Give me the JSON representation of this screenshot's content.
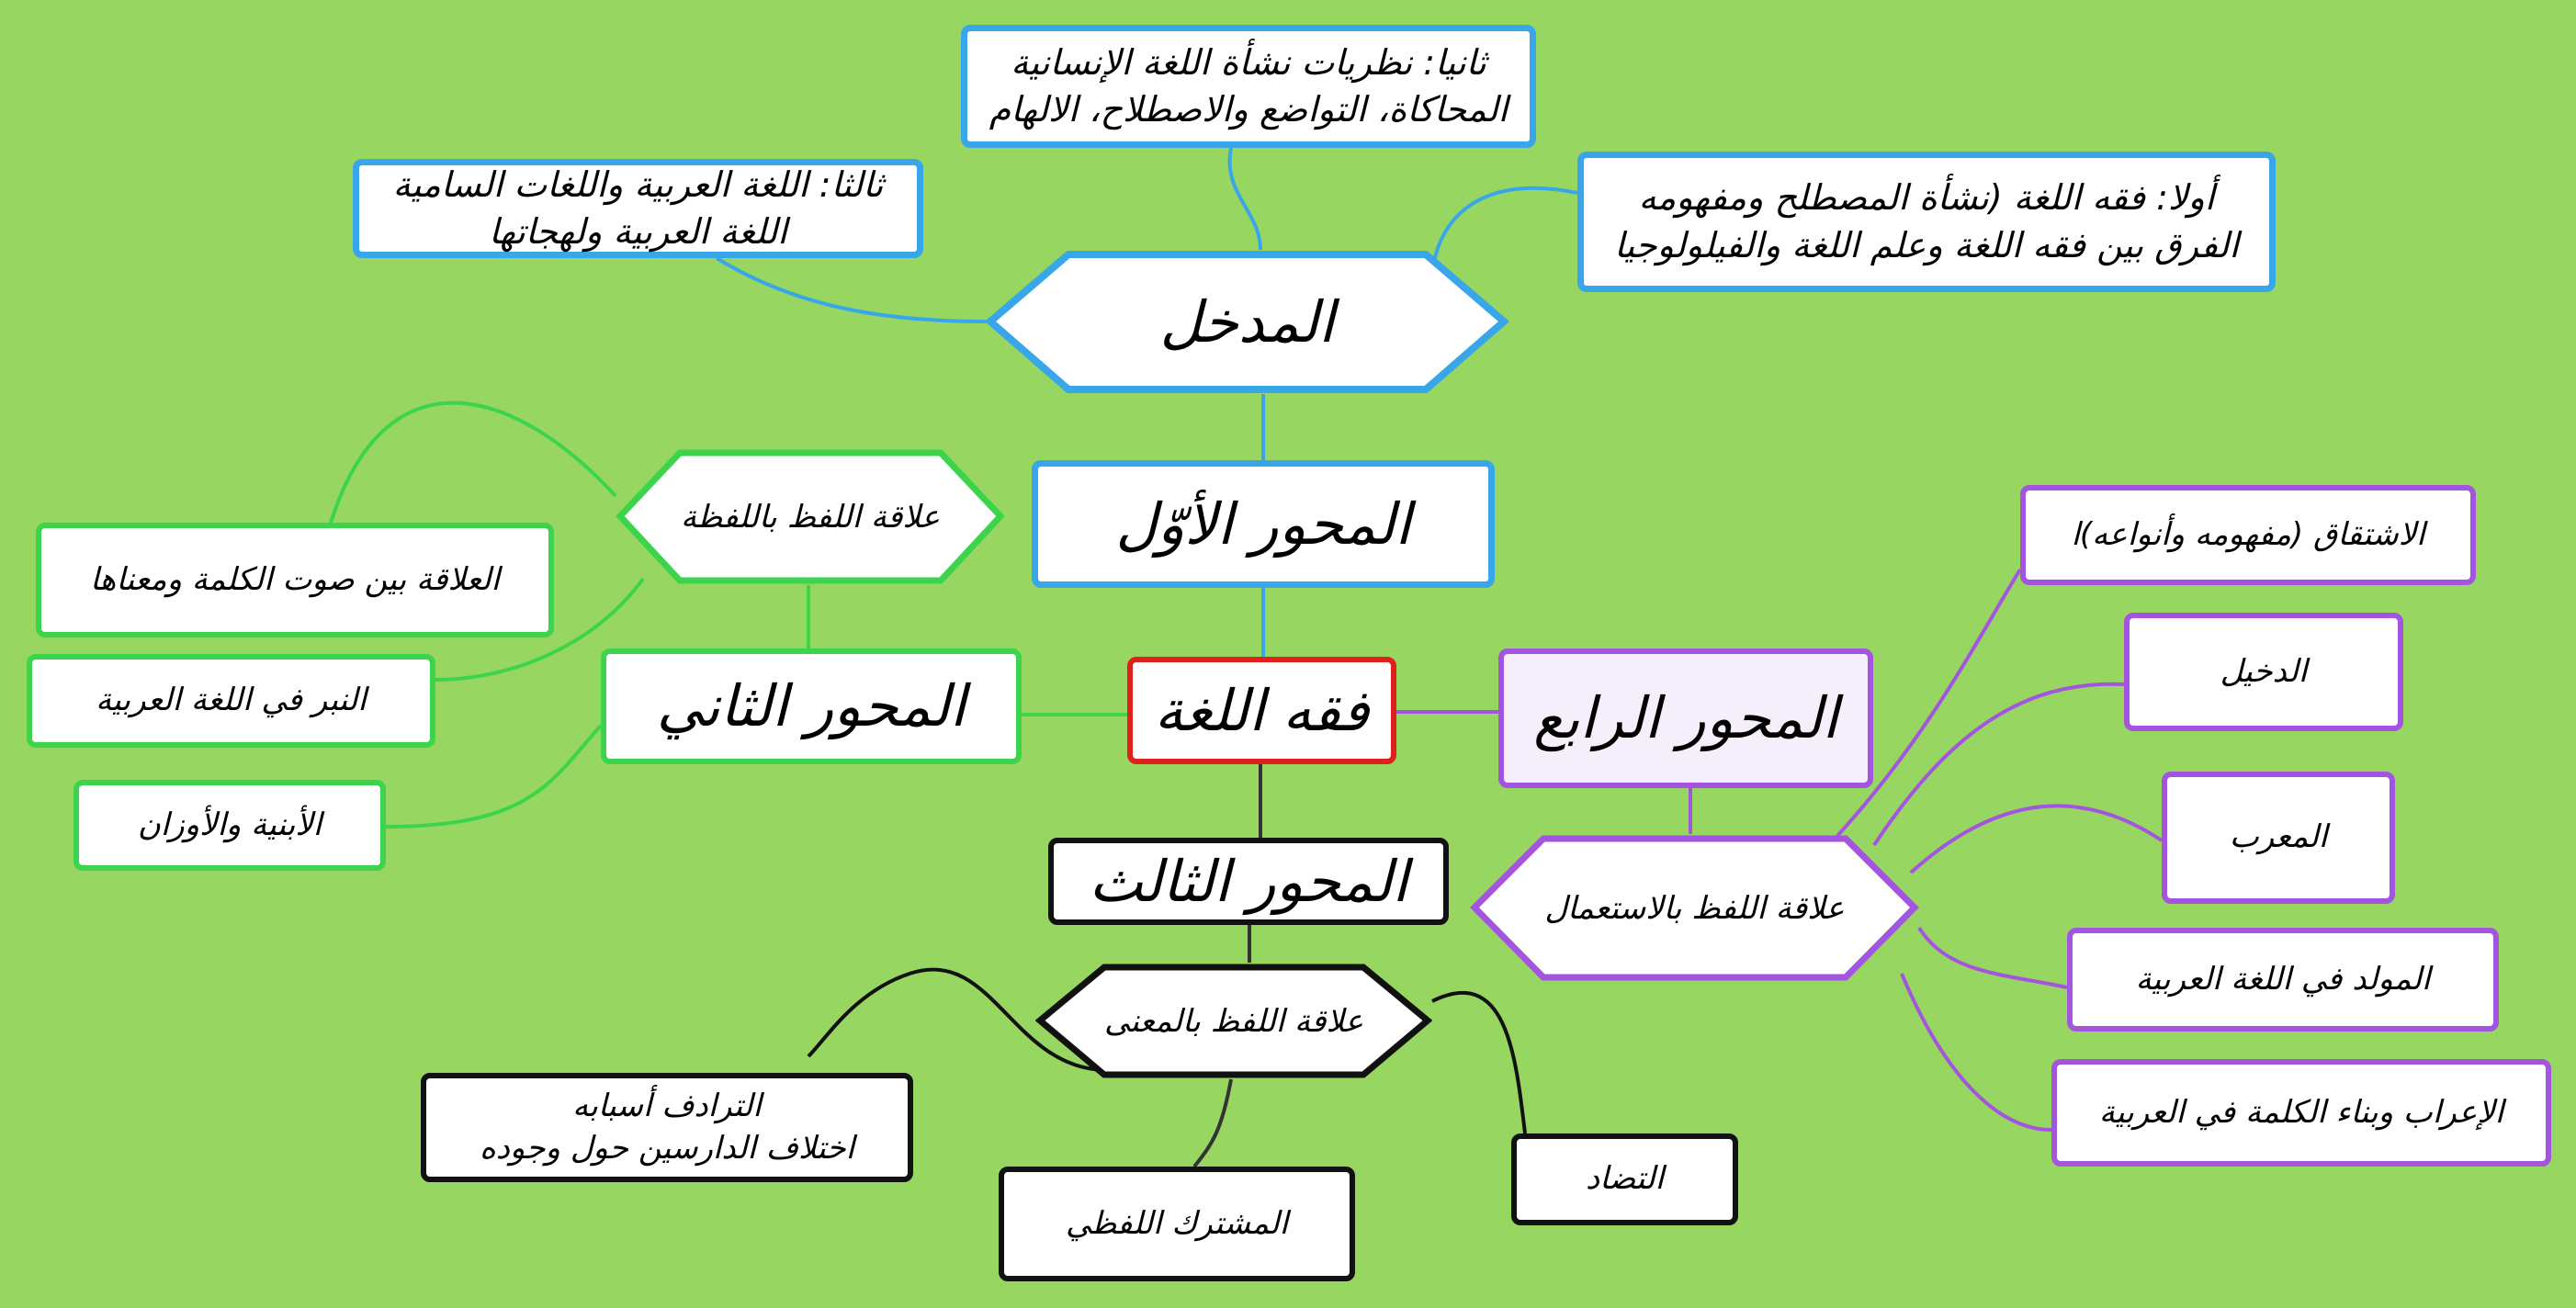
{
  "colors": {
    "background": "#97d660",
    "blue": "#3aa6ea",
    "green": "#3cd44c",
    "purple": "#a455e0",
    "red": "#e0201c",
    "black": "#111111"
  },
  "center": {
    "label": "فقه اللغة"
  },
  "intro": {
    "label": "المدخل",
    "first": {
      "line1": "أولا: فقه اللغة (نشأة المصطلح ومفهومه",
      "line2": "الفرق بين فقه اللغة وعلم اللغة والفيلولوجيا"
    },
    "second": {
      "line1": "ثانيا: نظريات نشأة اللغة الإنسانية",
      "line2": "المحاكاة، التواضع والاصطلاح، الالهام"
    },
    "third": {
      "line1": "ثالثا: اللغة العربية واللغات السامية",
      "line2": "اللغة العربية ولهجاتها"
    }
  },
  "axis1": {
    "label": "المحور الأوّل"
  },
  "axis2": {
    "label": "المحور الثاني",
    "relation": "علاقة اللفظ باللفظة",
    "items": [
      "العلاقة بين صوت الكلمة ومعناها",
      "النبر في اللغة العربية",
      "الأبنية والأوزان"
    ]
  },
  "axis3": {
    "label": "المحور الثالث",
    "relation": "علاقة اللفظ بالمعنى",
    "synonymy": {
      "line1": "الترادف أسبابه",
      "line2": "اختلاف الدارسين حول وجوده"
    },
    "polysemy": "المشترك اللفظي",
    "antonymy": "التضاد"
  },
  "axis4": {
    "label": "المحور الرابع",
    "relation": "علاقة اللفظ بالاستعمال",
    "items": [
      "الاشتقاق (مفهومه وأنواعه)ا",
      "الدخيل",
      "المعرب",
      "المولد في اللغة العربية",
      "الإعراب وبناء الكلمة في العربية"
    ]
  }
}
